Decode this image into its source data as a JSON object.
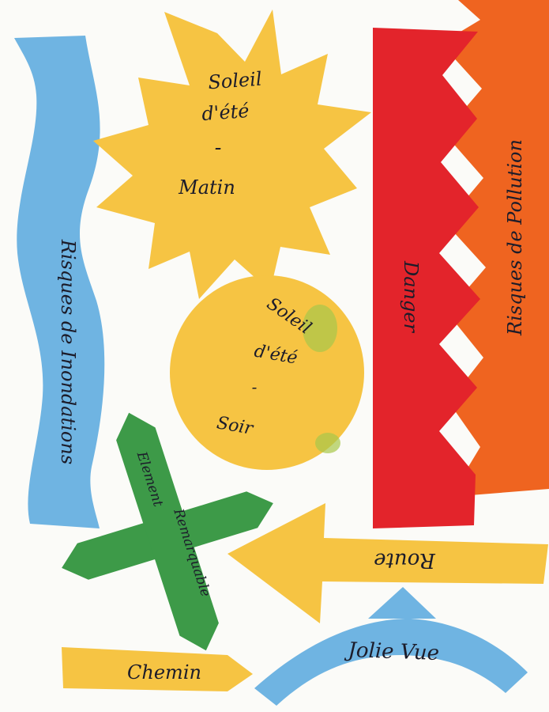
{
  "colors": {
    "background": "#fbfbf8",
    "blue": "#6fb4e2",
    "yellow": "#f6c443",
    "red": "#e3242b",
    "orange": "#ef6420",
    "green": "#3d9a48",
    "ink": "#1c1c2a"
  },
  "shapes": {
    "flood_wave": {
      "label": "Risques de Inondations",
      "color_name": "blue"
    },
    "summer_sun_morning": {
      "line1": "Soleil",
      "line2": "d'été",
      "dash": "-",
      "line3": "Matin",
      "color_name": "yellow"
    },
    "pollution_band": {
      "label": "Risques de Pollution",
      "color_name": "orange"
    },
    "danger_band": {
      "label": "Danger",
      "color_name": "red"
    },
    "summer_sun_evening": {
      "line1": "Soleil",
      "line2": "d'été",
      "dash": "-",
      "line3": "Soir",
      "color_name": "yellow"
    },
    "remarkable_cross": {
      "line1": "Element",
      "line2": "Remarquable",
      "color_name": "green"
    },
    "road_arrow": {
      "label": "Route",
      "color_name": "yellow"
    },
    "path_arrow": {
      "label": "Chemin",
      "color_name": "yellow"
    },
    "view_arch": {
      "label": "Jolie Vue",
      "color_name": "blue"
    }
  }
}
